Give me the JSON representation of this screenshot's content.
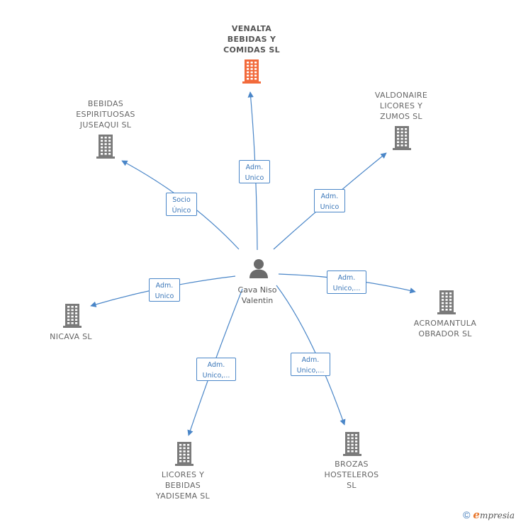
{
  "center": {
    "name": "Cava Niso\nValentin",
    "icon": "person-icon"
  },
  "nodes": [
    {
      "id": "venalta",
      "label": "VENALTA\nBEBIDAS Y\nCOMIDAS  SL",
      "highlight": true,
      "icon": "building-icon",
      "color": "#f26a3b"
    },
    {
      "id": "bebidas-espirituosas",
      "label": "BEBIDAS\nESPIRITUOSAS\nJUSEAQUI  SL",
      "highlight": false,
      "icon": "building-icon",
      "color": "#7a7a7a"
    },
    {
      "id": "valdonaire",
      "label": "VALDONAIRE\nLICORES Y\nZUMOS  SL",
      "highlight": false,
      "icon": "building-icon",
      "color": "#7a7a7a"
    },
    {
      "id": "nicava",
      "label": "NICAVA SL",
      "highlight": false,
      "icon": "building-icon",
      "color": "#7a7a7a"
    },
    {
      "id": "acromantula",
      "label": "ACROMANTULA\nOBRADOR  SL",
      "highlight": false,
      "icon": "building-icon",
      "color": "#7a7a7a"
    },
    {
      "id": "licores-bebidas",
      "label": "LICORES Y\nBEBIDAS\nYADISEMA  SL",
      "highlight": false,
      "icon": "building-icon",
      "color": "#7a7a7a"
    },
    {
      "id": "brozas",
      "label": "BROZAS\nHOSTELEROS\nSL",
      "highlight": false,
      "icon": "building-icon",
      "color": "#7a7a7a"
    }
  ],
  "edges": [
    {
      "to": "venalta",
      "label": "Adm.\nUnico"
    },
    {
      "to": "bebidas-espirituosas",
      "label": "Socio\nÚnico"
    },
    {
      "to": "valdonaire",
      "label": "Adm.\nUnico"
    },
    {
      "to": "nicava",
      "label": "Adm.\nUnico"
    },
    {
      "to": "acromantula",
      "label": "Adm.\nUnico,..."
    },
    {
      "to": "licores-bebidas",
      "label": "Adm.\nUnico,..."
    },
    {
      "to": "brozas",
      "label": "Adm.\nUnico,..."
    }
  ],
  "colors": {
    "edge": "#4a86c8",
    "edge_text": "#3a76b8",
    "building_default": "#7a7a7a",
    "building_highlight": "#f26a3b"
  },
  "footer": {
    "copyright": "©",
    "brand_initial": "e",
    "brand_rest": "mpresia"
  }
}
